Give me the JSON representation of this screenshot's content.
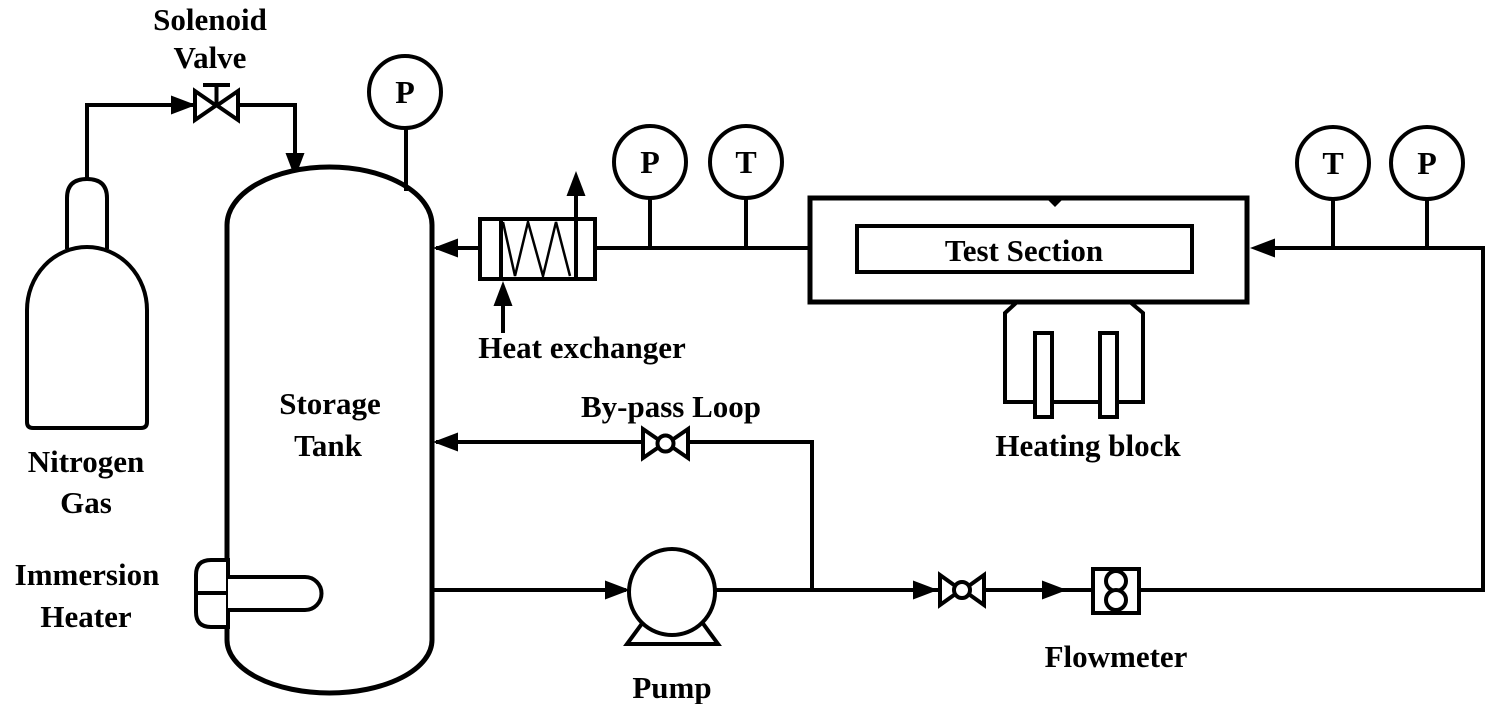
{
  "diagram": {
    "colors": {
      "background": "#ffffff",
      "line": "#000000",
      "text": "#000000"
    },
    "labels": {
      "solenoid_valve_line1": "Solenoid",
      "solenoid_valve_line2": "Valve",
      "nitrogen_line1": "Nitrogen",
      "nitrogen_line2": "Gas",
      "immersion_line1": "Immersion",
      "immersion_line2": "Heater",
      "storage_line1": "Storage",
      "storage_line2": "Tank",
      "heat_exchanger": "Heat exchanger",
      "bypass_loop": "By-pass Loop",
      "pump": "Pump",
      "test_section": "Test Section",
      "heating_block": "Heating block",
      "flowmeter": "Flowmeter"
    },
    "gauges": {
      "tank_pressure": "P",
      "loop_pressure": "P",
      "loop_temperature": "T",
      "inlet_temperature": "T",
      "inlet_pressure": "P"
    }
  }
}
